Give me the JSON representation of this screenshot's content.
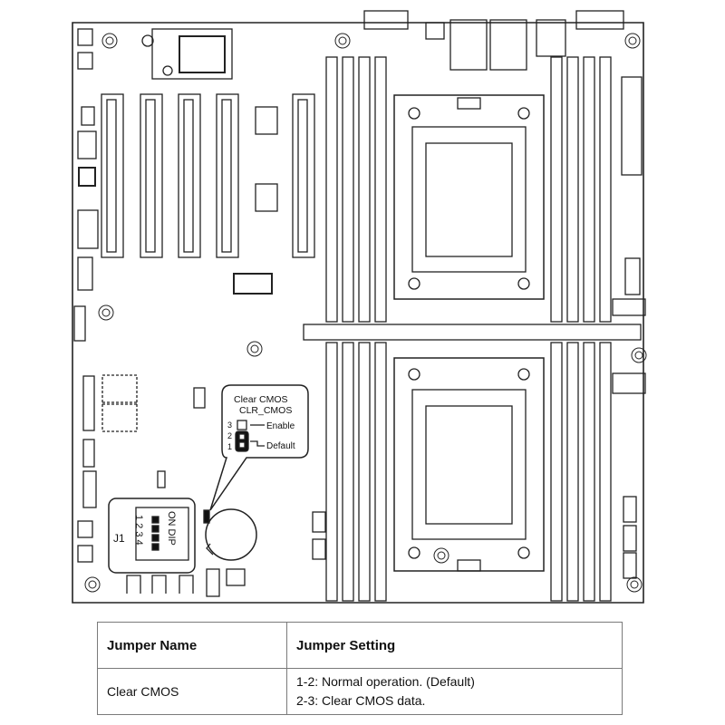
{
  "callout": {
    "title": "Clear CMOS",
    "subtitle": "CLR_CMOS",
    "pins": [
      "3",
      "2",
      "1"
    ],
    "enable_label": "Enable",
    "default_label": "Default"
  },
  "dip": {
    "label": "J1",
    "on_text": "ON DIP",
    "numbers": "1 2 3 4"
  },
  "table": {
    "headers": [
      "Jumper Name",
      "Jumper Setting"
    ],
    "rows": [
      {
        "name": "Clear CMOS",
        "settings": [
          "1-2: Normal operation. (Default)",
          "2-3: Clear CMOS data."
        ]
      }
    ]
  }
}
